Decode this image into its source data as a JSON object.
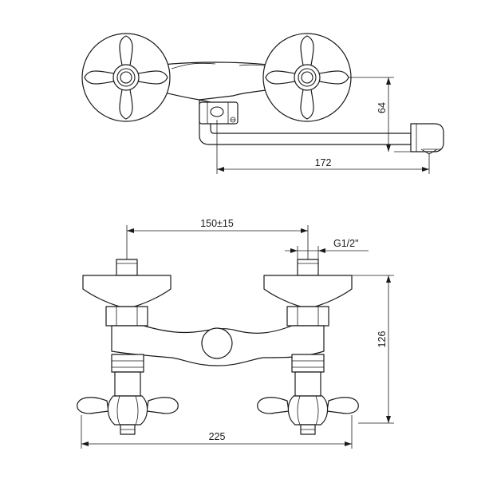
{
  "dimensions": {
    "depth": "64",
    "spout_reach": "172",
    "centers": "150±15",
    "thread": "G1/2\"",
    "height": "126",
    "overall_width": "225"
  }
}
